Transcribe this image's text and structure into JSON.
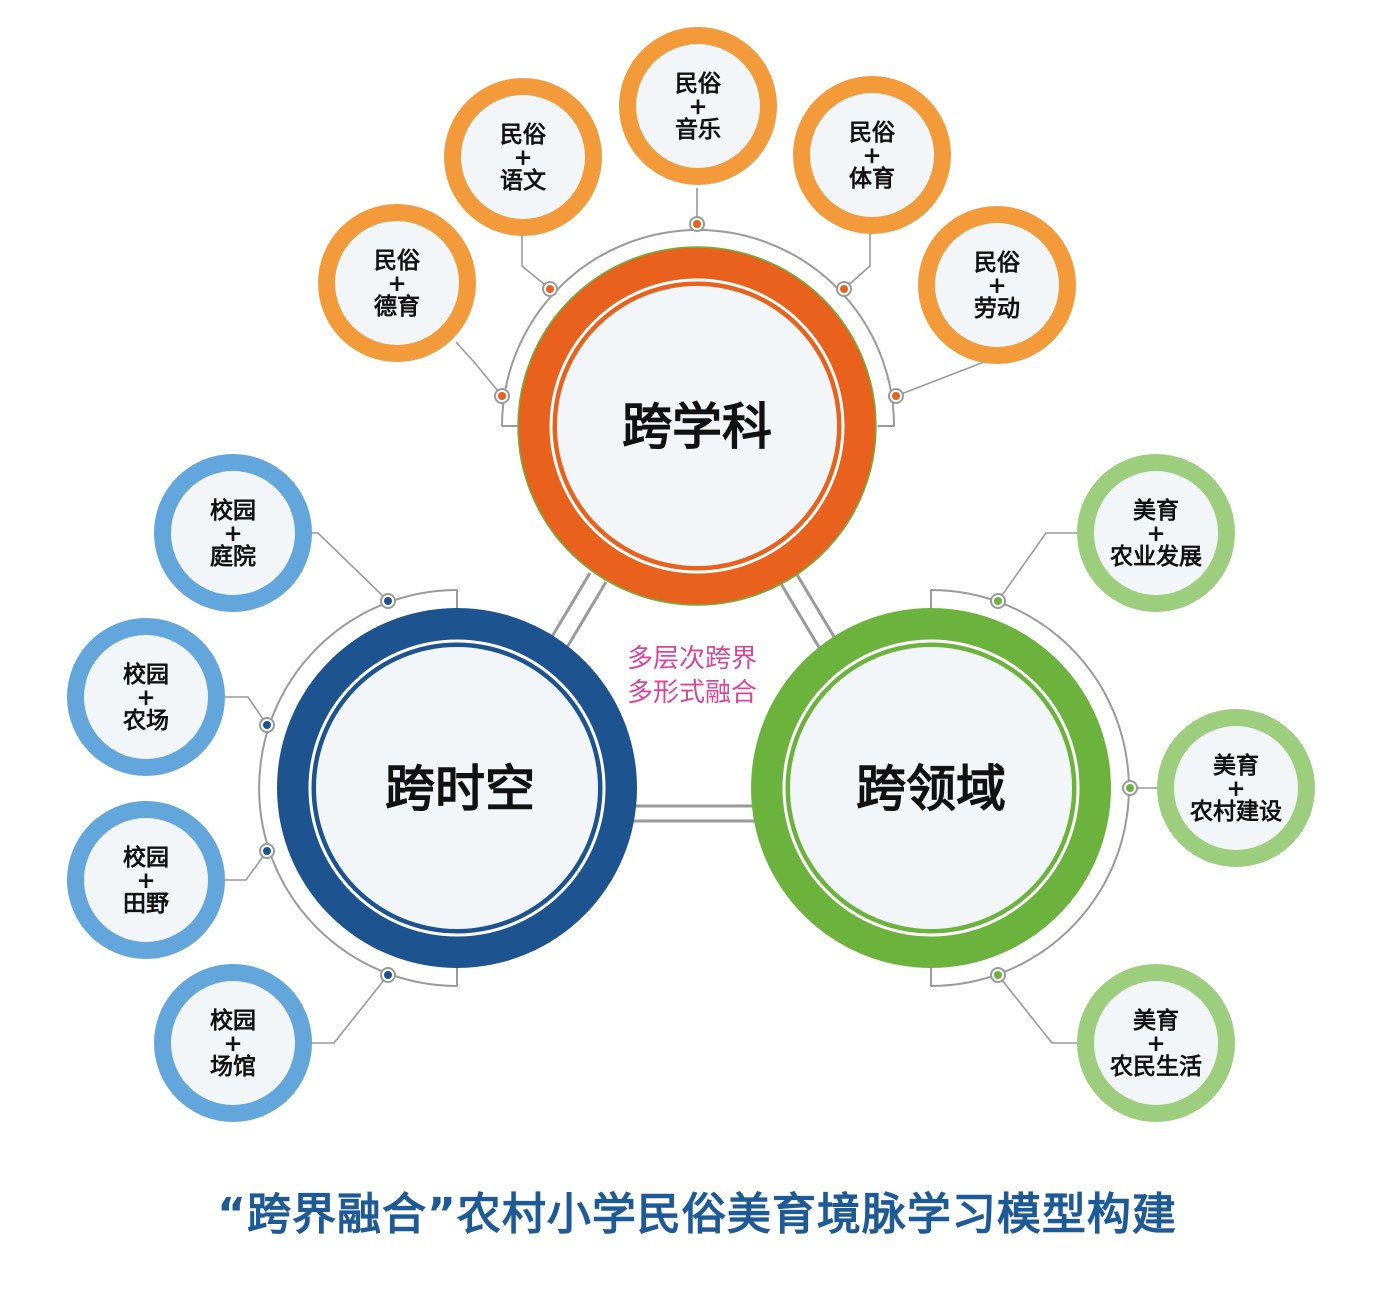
{
  "title": "“跨界融合”农村小学民俗美育境脉学习模型构建",
  "center_text": [
    "多层次跨界",
    "多形式融合"
  ],
  "colors": {
    "center_text": "#d6479b",
    "title": "#1e5a96",
    "connector": "#9a9a9a",
    "inner_fill": "#f2f6f9"
  },
  "hubs": {
    "subject": {
      "label": "跨学科",
      "color": "#e8621e",
      "satellite_color": "#f39a3a",
      "dot_color": "#e8621e",
      "satellites": [
        {
          "top": "民俗",
          "plus": "+",
          "bottom": "德育"
        },
        {
          "top": "民俗",
          "plus": "+",
          "bottom": "语文"
        },
        {
          "top": "民俗",
          "plus": "+",
          "bottom": "音乐"
        },
        {
          "top": "民俗",
          "plus": "+",
          "bottom": "体育"
        },
        {
          "top": "民俗",
          "plus": "+",
          "bottom": "劳动"
        }
      ]
    },
    "spacetime": {
      "label": "跨时空",
      "color": "#1d5490",
      "satellite_color": "#62a6dc",
      "dot_color": "#1d5490",
      "satellites": [
        {
          "top": "校园",
          "plus": "+",
          "bottom": "庭院"
        },
        {
          "top": "校园",
          "plus": "+",
          "bottom": "农场"
        },
        {
          "top": "校园",
          "plus": "+",
          "bottom": "田野"
        },
        {
          "top": "校园",
          "plus": "+",
          "bottom": "场馆"
        }
      ]
    },
    "domain": {
      "label": "跨领域",
      "color": "#6cb33e",
      "satellite_color": "#9cce7e",
      "dot_color": "#6cb33e",
      "satellites": [
        {
          "top": "美育",
          "plus": "+",
          "bottom": "农业发展"
        },
        {
          "top": "美育",
          "plus": "+",
          "bottom": "农村建设"
        },
        {
          "top": "美育",
          "plus": "+",
          "bottom": "农民生活"
        }
      ]
    }
  }
}
